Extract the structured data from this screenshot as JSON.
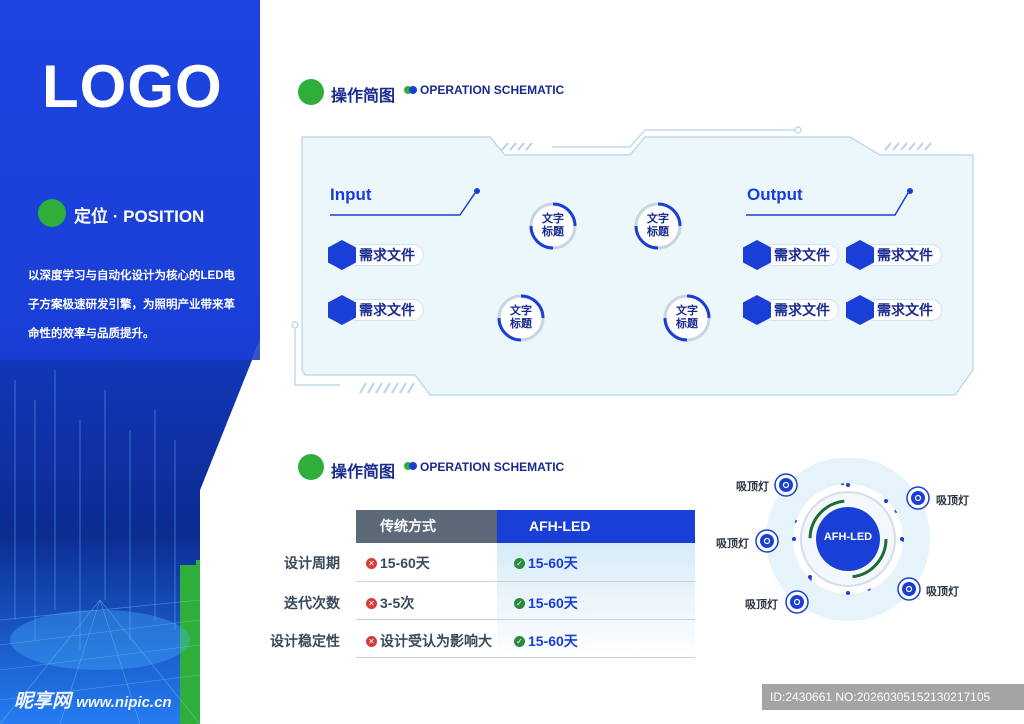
{
  "brand": {
    "logo": "LOGO"
  },
  "position": {
    "title": "定位 · POSITION",
    "description": "以深度学习与自动化设计为核心的LED电子方案极速研发引擎，为照明产业带来革命性的效率与品质提升。"
  },
  "section1": {
    "title": "操作简图",
    "subtitle": "OPERATION SCHEMATIC"
  },
  "schematic": {
    "input_label": "Input",
    "output_label": "Output",
    "input_items": [
      "需求文件",
      "需求文件"
    ],
    "output_items": [
      "需求文件",
      "需求文件",
      "需求文件",
      "需求文件"
    ],
    "process_nodes": [
      "文字标题",
      "文字标题",
      "文字标题",
      "文字标题"
    ]
  },
  "section2": {
    "title": "操作简图",
    "subtitle": "OPERATION SCHEMATIC"
  },
  "comparison": {
    "columns": [
      "传统方式",
      "AFH-LED"
    ],
    "rows": [
      {
        "label": "设计周期",
        "traditional": "15-60天",
        "afh": "15-60天"
      },
      {
        "label": "迭代次数",
        "traditional": "3-5次",
        "afh": "15-60天"
      },
      {
        "label": "设计稳定性",
        "traditional": "设计受认为影响大",
        "afh": "15-60天"
      }
    ]
  },
  "radial": {
    "center": "AFH-LED",
    "nodes": [
      "吸顶灯",
      "吸顶灯",
      "吸顶灯",
      "吸顶灯",
      "吸顶灯"
    ]
  },
  "watermark": {
    "site": "昵享网",
    "url": "www.nipic.cn"
  },
  "footer": {
    "id_text": "ID:2430661 NO:20260305152130217105"
  },
  "colors": {
    "primary_blue": "#1a3fd6",
    "accent_green": "#2fae3c",
    "panel_bg": "#ecf7fb"
  }
}
